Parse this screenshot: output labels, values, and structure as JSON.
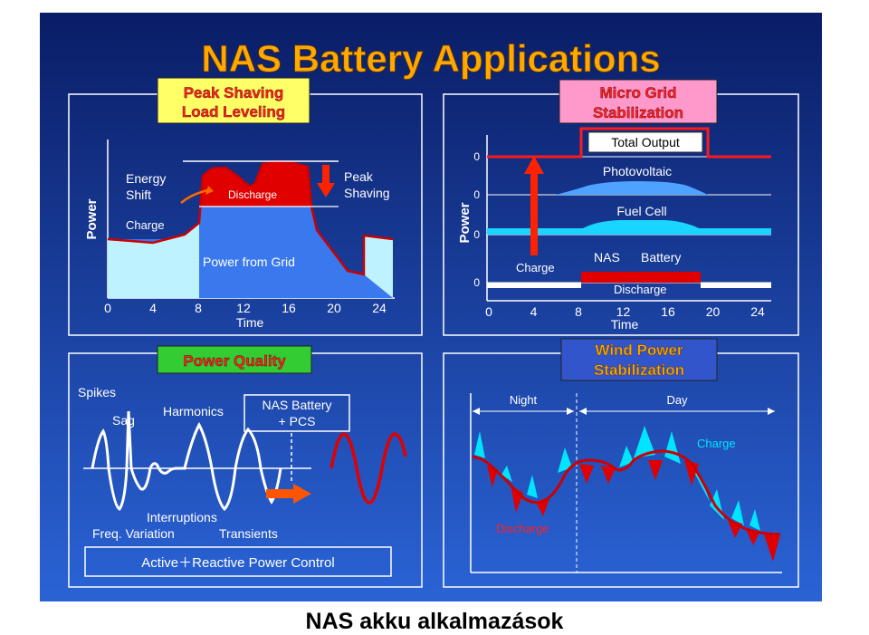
{
  "title": "NAS Battery Applications",
  "caption": "NAS akku alkalmazások",
  "panels": {
    "peak_shaving": {
      "label_line1": "Peak Shaving",
      "label_line2": "Load Leveling",
      "axis_y": "Power",
      "axis_x": "Time",
      "ticks": [
        "0",
        "4",
        "8",
        "12",
        "16",
        "20",
        "24"
      ],
      "energy_shift_1": "Energy",
      "energy_shift_2": "Shift",
      "charge": "Charge",
      "discharge": "Discharge",
      "peak_1": "Peak",
      "peak_2": "Shaving",
      "grid": "Power from Grid"
    },
    "micro_grid": {
      "label_line1": "Micro Grid",
      "label_line2": "Stabilization",
      "axis_y": "Power",
      "axis_x": "Time",
      "ticks": [
        "0",
        "4",
        "8",
        "12",
        "16",
        "20",
        "24"
      ],
      "zero": "0",
      "total_output": "Total Output",
      "photovoltaic": "Photovoltaic",
      "fuel_cell": "Fuel Cell",
      "nas": "NAS",
      "battery": "Battery",
      "charge": "Charge",
      "discharge": "Discharge"
    },
    "power_quality": {
      "label": "Power Quality",
      "spikes": "Spikes",
      "sag": "Sag",
      "harmonics": "Harmonics",
      "interruptions": "Interruptions",
      "freq_variation": "Freq. Variation",
      "transients": "Transients",
      "nas_pcs_1": "NAS Battery",
      "nas_pcs_2": "+ PCS",
      "control": "Active＋Reactive Power Control"
    },
    "wind_power": {
      "label_line1": "Wind Power",
      "label_line2": "Stabilization",
      "night": "Night",
      "day": "Day",
      "charge": "Charge",
      "discharge": "Discharge"
    }
  },
  "colors": {
    "background_top": "#0a1d66",
    "background_bottom": "#2a63d6",
    "title": "#ffa800",
    "yellow_tag": "#ffff66",
    "pink_tag": "#ff99cc",
    "green_tag": "#33cc33",
    "blue_tag": "#3355cc",
    "discharge_red": "#e00000",
    "charge_cyan": "#00e5ff"
  }
}
